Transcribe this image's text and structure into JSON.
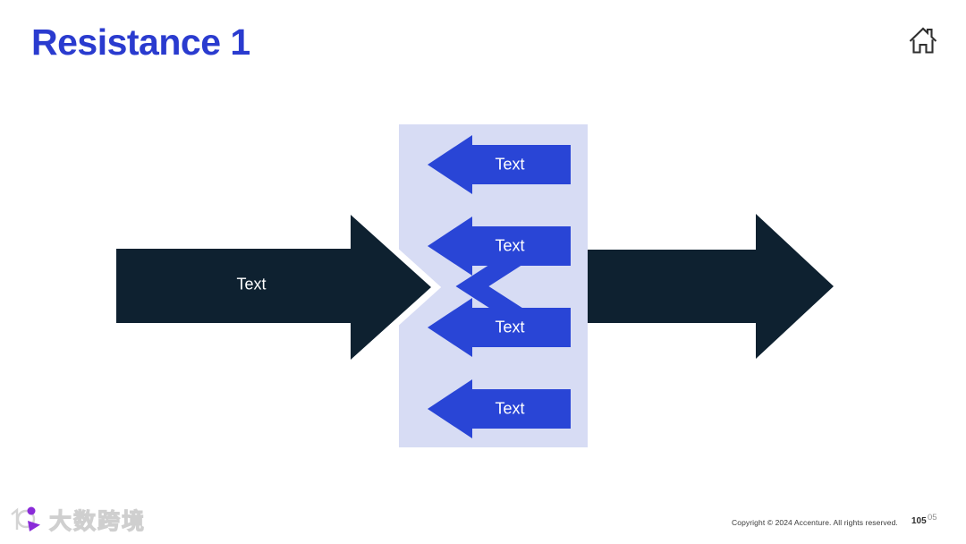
{
  "slide": {
    "title": "Resistance 1"
  },
  "header": {
    "home_icon": "home"
  },
  "diagram": {
    "main_arrow": {
      "label": "Text",
      "direction": "right"
    },
    "output_arrow": {
      "label": "",
      "direction": "right"
    },
    "resistance_arrows": [
      {
        "label": "Text",
        "direction": "left"
      },
      {
        "label": "Text",
        "direction": "left"
      },
      {
        "label": "Text",
        "direction": "left"
      },
      {
        "label": "Text",
        "direction": "left"
      }
    ]
  },
  "footer": {
    "copyright": "Copyright © 2024 Accenture. All rights reserved.",
    "page_number": "105",
    "page_number_ghost": "05",
    "watermark_text": "大数跨境"
  },
  "colors": {
    "title": "#2a3bcf",
    "dark_arrow": "#0e2130",
    "blue_arrow": "#2945d6",
    "panel": "#d7dcf4",
    "background": "#ffffff",
    "watermark_purple": "#8a2bd8",
    "label_text": "#ffffff"
  }
}
